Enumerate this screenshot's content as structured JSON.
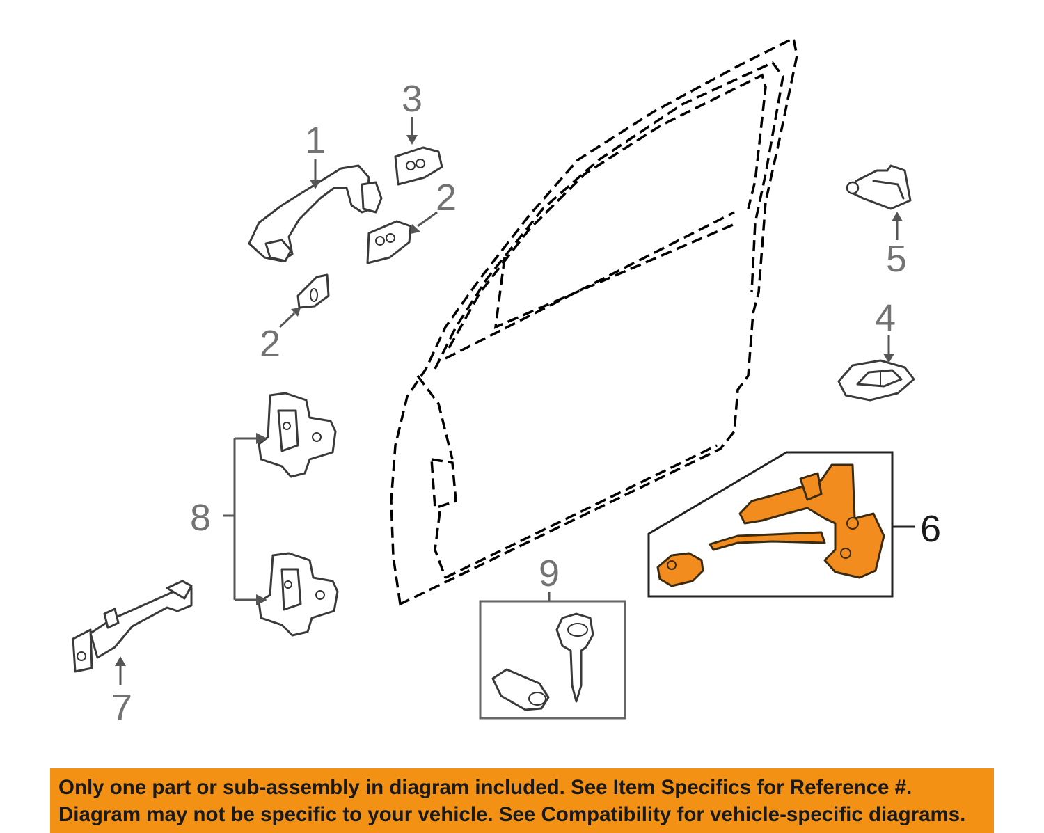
{
  "callouts": {
    "c1": "1",
    "c2a": "2",
    "c2b": "2",
    "c3": "3",
    "c4": "4",
    "c5": "5",
    "c6": "6",
    "c7": "7",
    "c8": "8",
    "c9": "9"
  },
  "disclaimer": {
    "line1": "Only one part or sub-assembly in diagram included. See Item Specifics for Reference #.",
    "line2": "Diagram may not be specific to your vehicle. See Compatibility for vehicle-specific diagrams."
  },
  "colors": {
    "highlight_part": "#f28c1e",
    "banner": "#f39115",
    "callout_text": "#737373"
  },
  "icons": [
    "door-outline",
    "outside-handle",
    "handle-pad",
    "handle-cap",
    "inside-handle",
    "hinge-bracket",
    "door-check",
    "door-hinge",
    "key",
    "lock-cylinder",
    "door-latch"
  ]
}
